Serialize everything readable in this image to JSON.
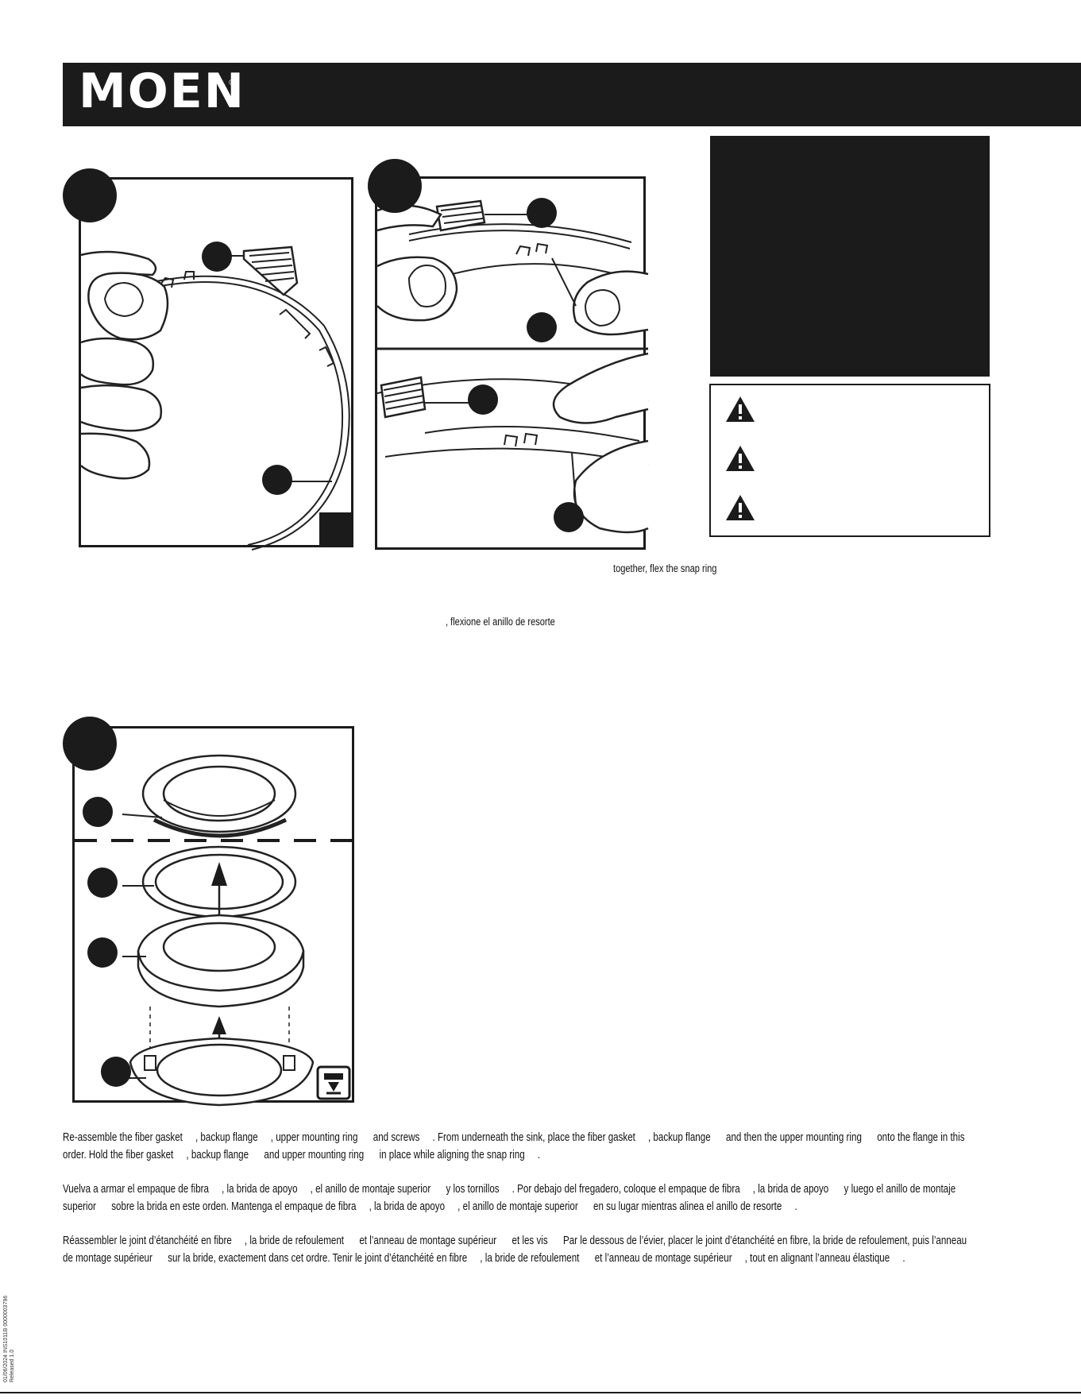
{
  "header": {
    "brand": "MOEN",
    "registered_mark": "®",
    "bar_color": "#1b1b1b"
  },
  "captions": {
    "step2_en_fragment": "together, flex the snap ring",
    "step2_es_fragment": ", flexione el anillo de resorte"
  },
  "instructions": {
    "en": [
      "Re-assemble the fiber gasket     , backup flange     , upper mounting ring      and screws     . From underneath the sink, place the fiber gasket     , backup flange      and then the upper mounting ring      onto the flange in this",
      "order. Hold the fiber gasket     , backup flange      and upper mounting ring      in place while aligning the snap ring     ."
    ],
    "es": [
      "Vuelva a armar el empaque de fibra     , la brida de apoyo     , el anillo de montaje superior      y los tornillos     . Por debajo del fregadero, coloque el empaque de fibra     , la brida de apoyo      y luego el anillo de montaje",
      "superior      sobre la brida en este orden. Mantenga el empaque de fibra     , la brida de apoyo     , el anillo de montaje superior      en su lugar mientras alinea el anillo de resorte     ."
    ],
    "fr": [
      "Réassembler le joint d’étanchéité en fibre     , la bride de refoulement      et l’anneau de montage supérieur      et les vis      Par le dessous de l’évier, placer le joint d’étanchéité en fibre, la bride de refoulement, puis l’anneau",
      "de montage supérieur      sur la bride, exactement dans cet ordre. Tenir le joint d’étanchéité en fibre     , la bride de refoulement      et l’anneau de montage supérieur     , tout en alignant l’anneau élastique     ."
    ]
  },
  "footer": {
    "doc_id_line1": "01/06/2024 INS1011B 0000003796",
    "doc_id_line2": "Released 1.0"
  },
  "icons": [
    "warning-icon",
    "warning-icon",
    "warning-icon",
    "disposal-unit-icon"
  ]
}
